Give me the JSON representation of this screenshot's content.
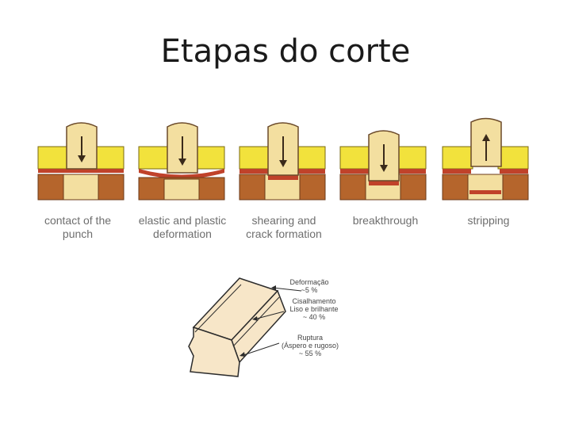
{
  "slide": {
    "title": "Etapas do corte"
  },
  "stages": [
    {
      "line1": "contact of the",
      "line2": "punch"
    },
    {
      "line1": "elastic and plastic",
      "line2": "deformation"
    },
    {
      "line1": "shearing and",
      "line2": "crack formation"
    },
    {
      "line1": "breakthrough",
      "line2": ""
    },
    {
      "line1": "stripping",
      "line2": ""
    }
  ],
  "cut_edge": {
    "deformation": {
      "label": "Deformação",
      "value": "~5 %"
    },
    "shearing": {
      "label": "Cisalhamento",
      "sub": "Liso e brilhante",
      "value": "~ 40 %"
    },
    "rupture": {
      "label": "Ruptura",
      "sub": "(Áspero e rugoso)",
      "value": "~ 55 %"
    }
  },
  "colors": {
    "punch": "#f3dfa0",
    "punch_outline": "#6b4a2a",
    "die": "#b5652c",
    "stripper": "#f2e23c",
    "sheet": "#c0422a",
    "arrow": "#3a2a1a"
  }
}
